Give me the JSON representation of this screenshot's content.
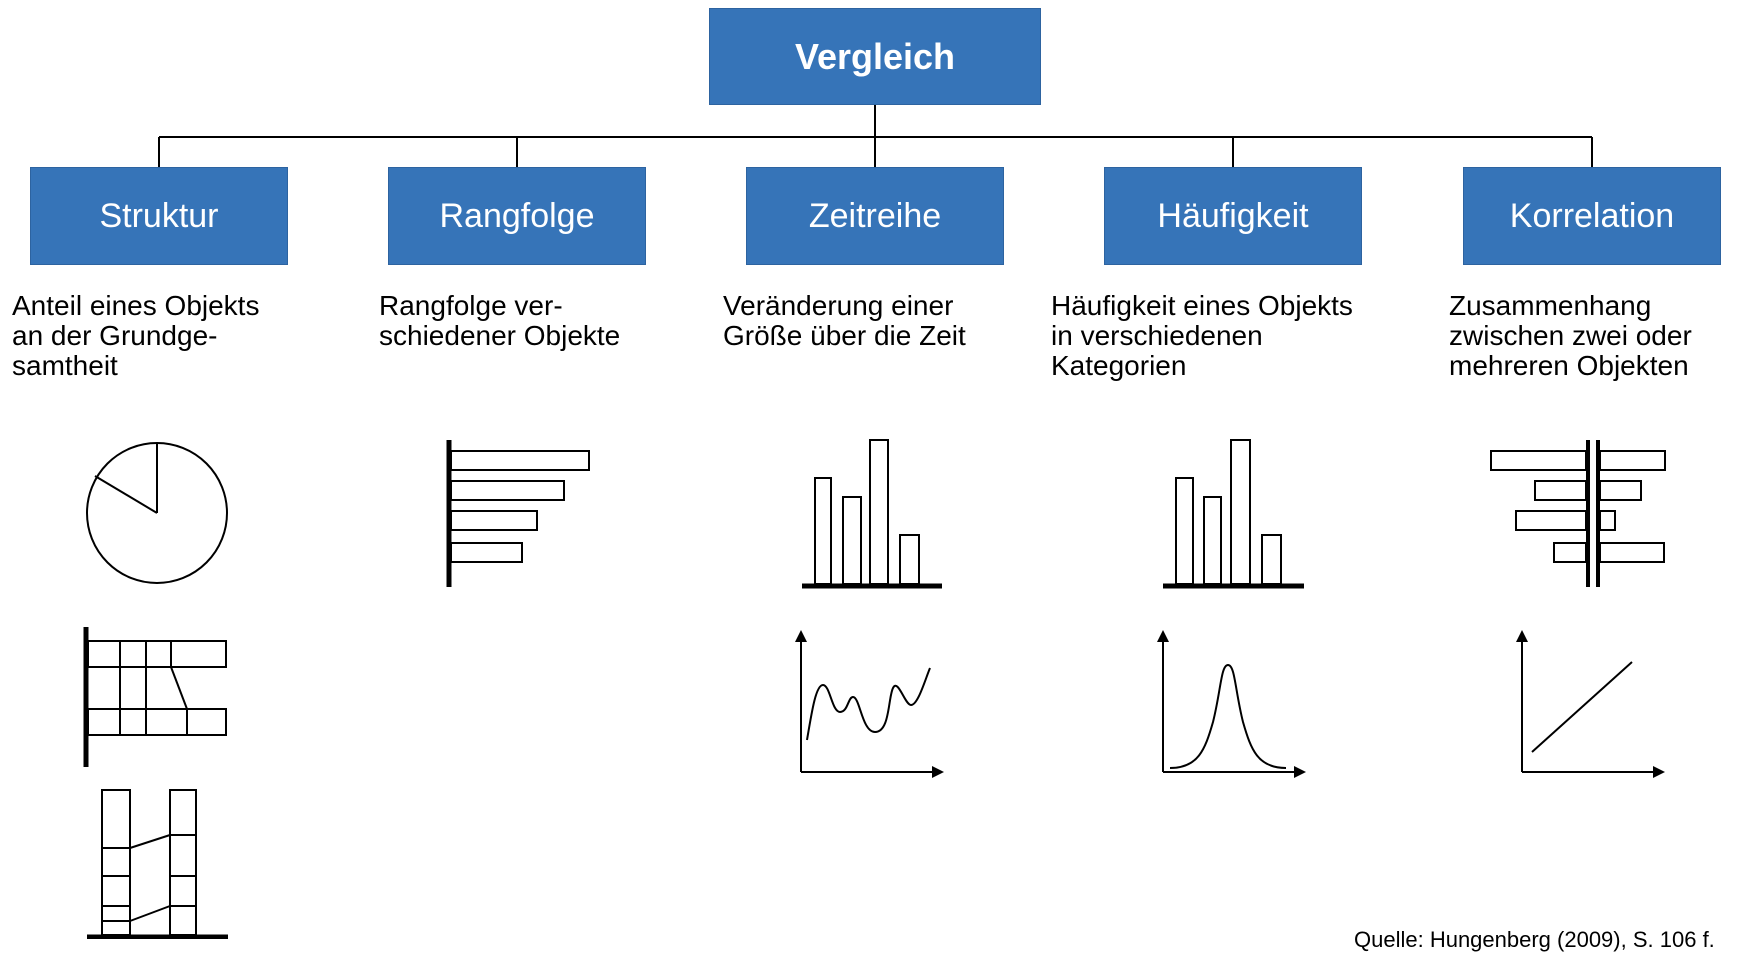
{
  "root": {
    "label": "Vergleich"
  },
  "categories": [
    {
      "label": "Struktur",
      "description": "Anteil eines Objekts\nan der Grundge-\nsamtheit",
      "icons": [
        "pie-chart-icon",
        "stacked-bar-horizontal-icon",
        "stacked-column-icon"
      ]
    },
    {
      "label": "Rangfolge",
      "description": "Rangfolge ver-\nschiedener Objekte",
      "icons": [
        "horizontal-bar-chart-icon"
      ]
    },
    {
      "label": "Zeitreihe",
      "description": "Veränderung einer\nGröße über die Zeit",
      "icons": [
        "column-chart-icon",
        "line-chart-icon"
      ]
    },
    {
      "label": "Häufigkeit",
      "description": "Häufigkeit eines Objekts\nin verschiedenen\nKategorien",
      "icons": [
        "histogram-icon",
        "distribution-curve-icon"
      ]
    },
    {
      "label": "Korrelation",
      "description": "Zusammenhang\nzwischen zwei oder\nmehreren Objekten",
      "icons": [
        "tornado-chart-icon",
        "scatter-line-icon"
      ]
    }
  ],
  "source": "Quelle: Hungenberg (2009), S. 106 f."
}
